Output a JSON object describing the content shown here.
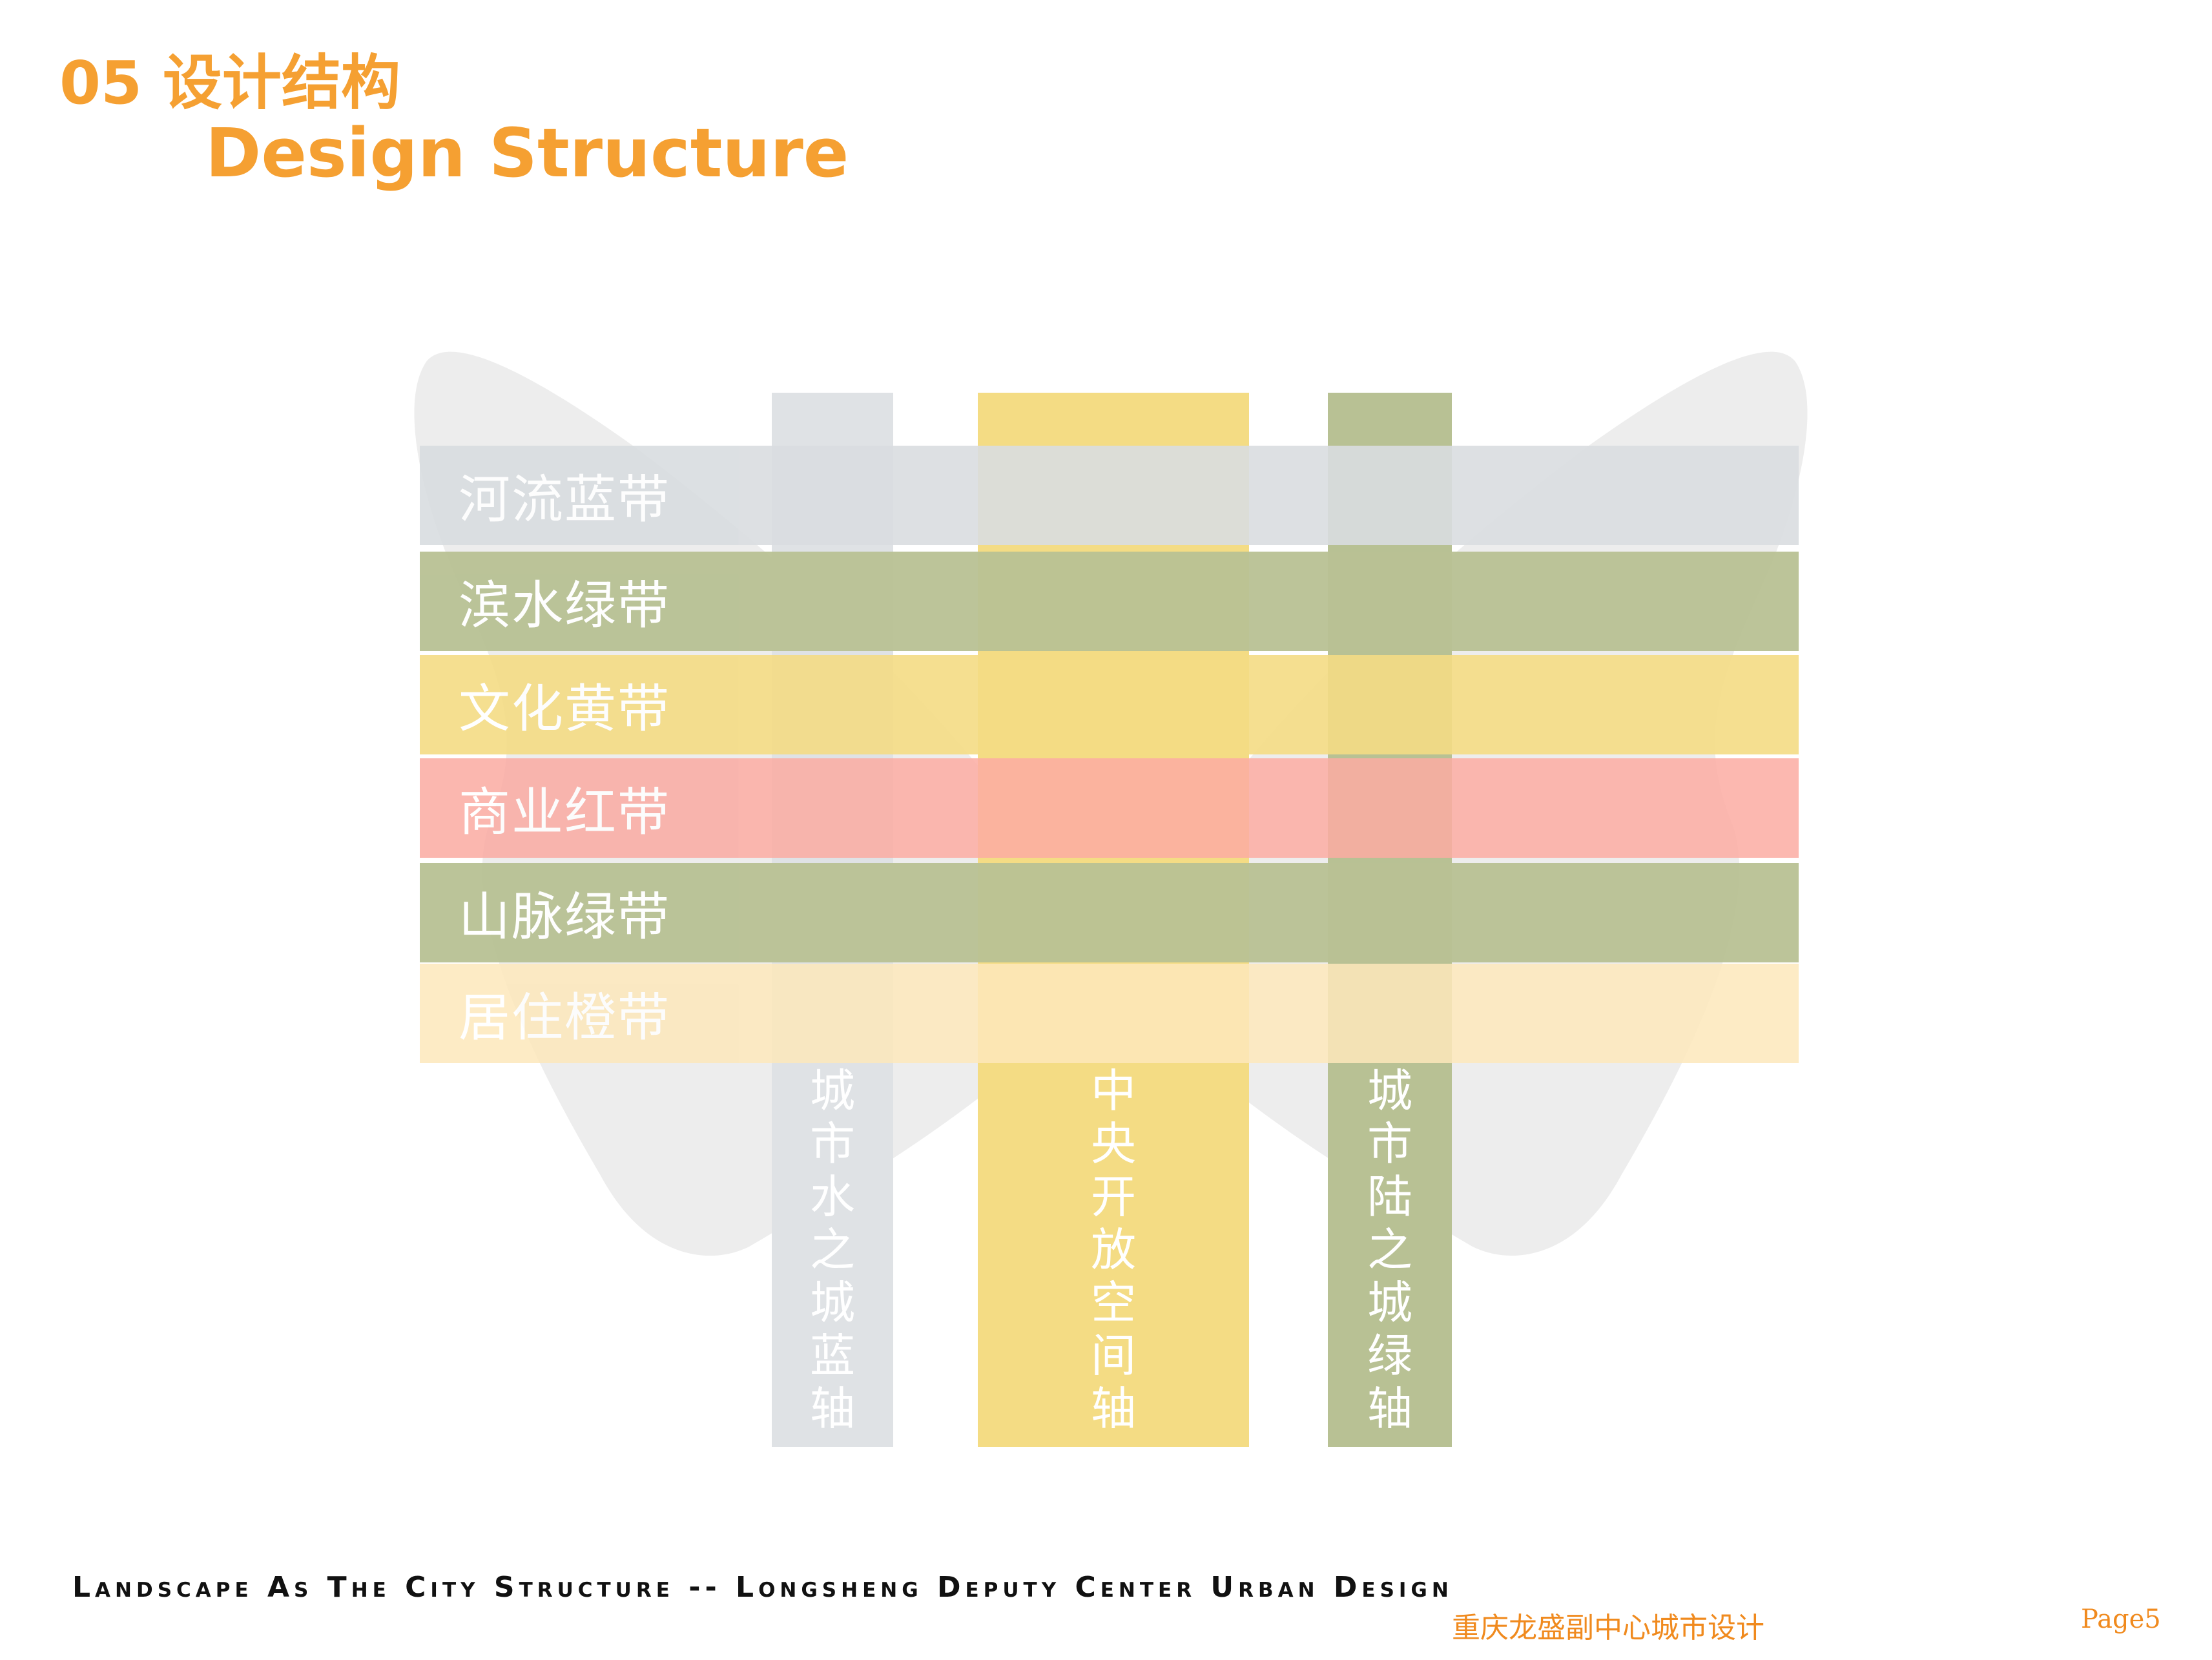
{
  "title": {
    "cn": "05 设计结构",
    "en": "Design Structure"
  },
  "colors": {
    "accent_orange": "#f5a032",
    "blue_gray": "#d9dde0",
    "olive_green": "#b8c194",
    "yellow": "#f4dc84",
    "pink_red": "#f7aaa2",
    "light_orange": "#fbe8c0",
    "butterfly_gray": "#ececec"
  },
  "bands": [
    {
      "label": "河流蓝带",
      "color": "#d9dde0",
      "opacity": 0.9
    },
    {
      "label": "滨水绿带",
      "color": "#b8c194",
      "opacity": 0.95
    },
    {
      "label": "文化黄带",
      "color": "#f4dc84",
      "opacity": 0.9
    },
    {
      "label": "商业红带",
      "color": "#fbaba2",
      "opacity": 0.85
    },
    {
      "label": "山脉绿带",
      "color": "#b8c194",
      "opacity": 0.95
    },
    {
      "label": "居住橙带",
      "color": "#fde8bb",
      "opacity": 0.85
    }
  ],
  "axes": [
    {
      "label": [
        "城",
        "市",
        "水",
        "之",
        "城",
        "蓝",
        "轴"
      ],
      "color": "#dfe2e5"
    },
    {
      "label": [
        "中",
        "央",
        "开",
        "放",
        "空",
        "间",
        "轴"
      ],
      "color": "#f4dc84"
    },
    {
      "label": [
        "城",
        "市",
        "陆",
        "之",
        "城",
        "绿",
        "轴"
      ],
      "color": "#b8c194"
    }
  ],
  "footer": {
    "en": "Landscape As The City  Structure -- Longsheng Deputy Center Urban Design",
    "cn": "重庆龙盛副中心城市设计",
    "page": "Page5"
  }
}
